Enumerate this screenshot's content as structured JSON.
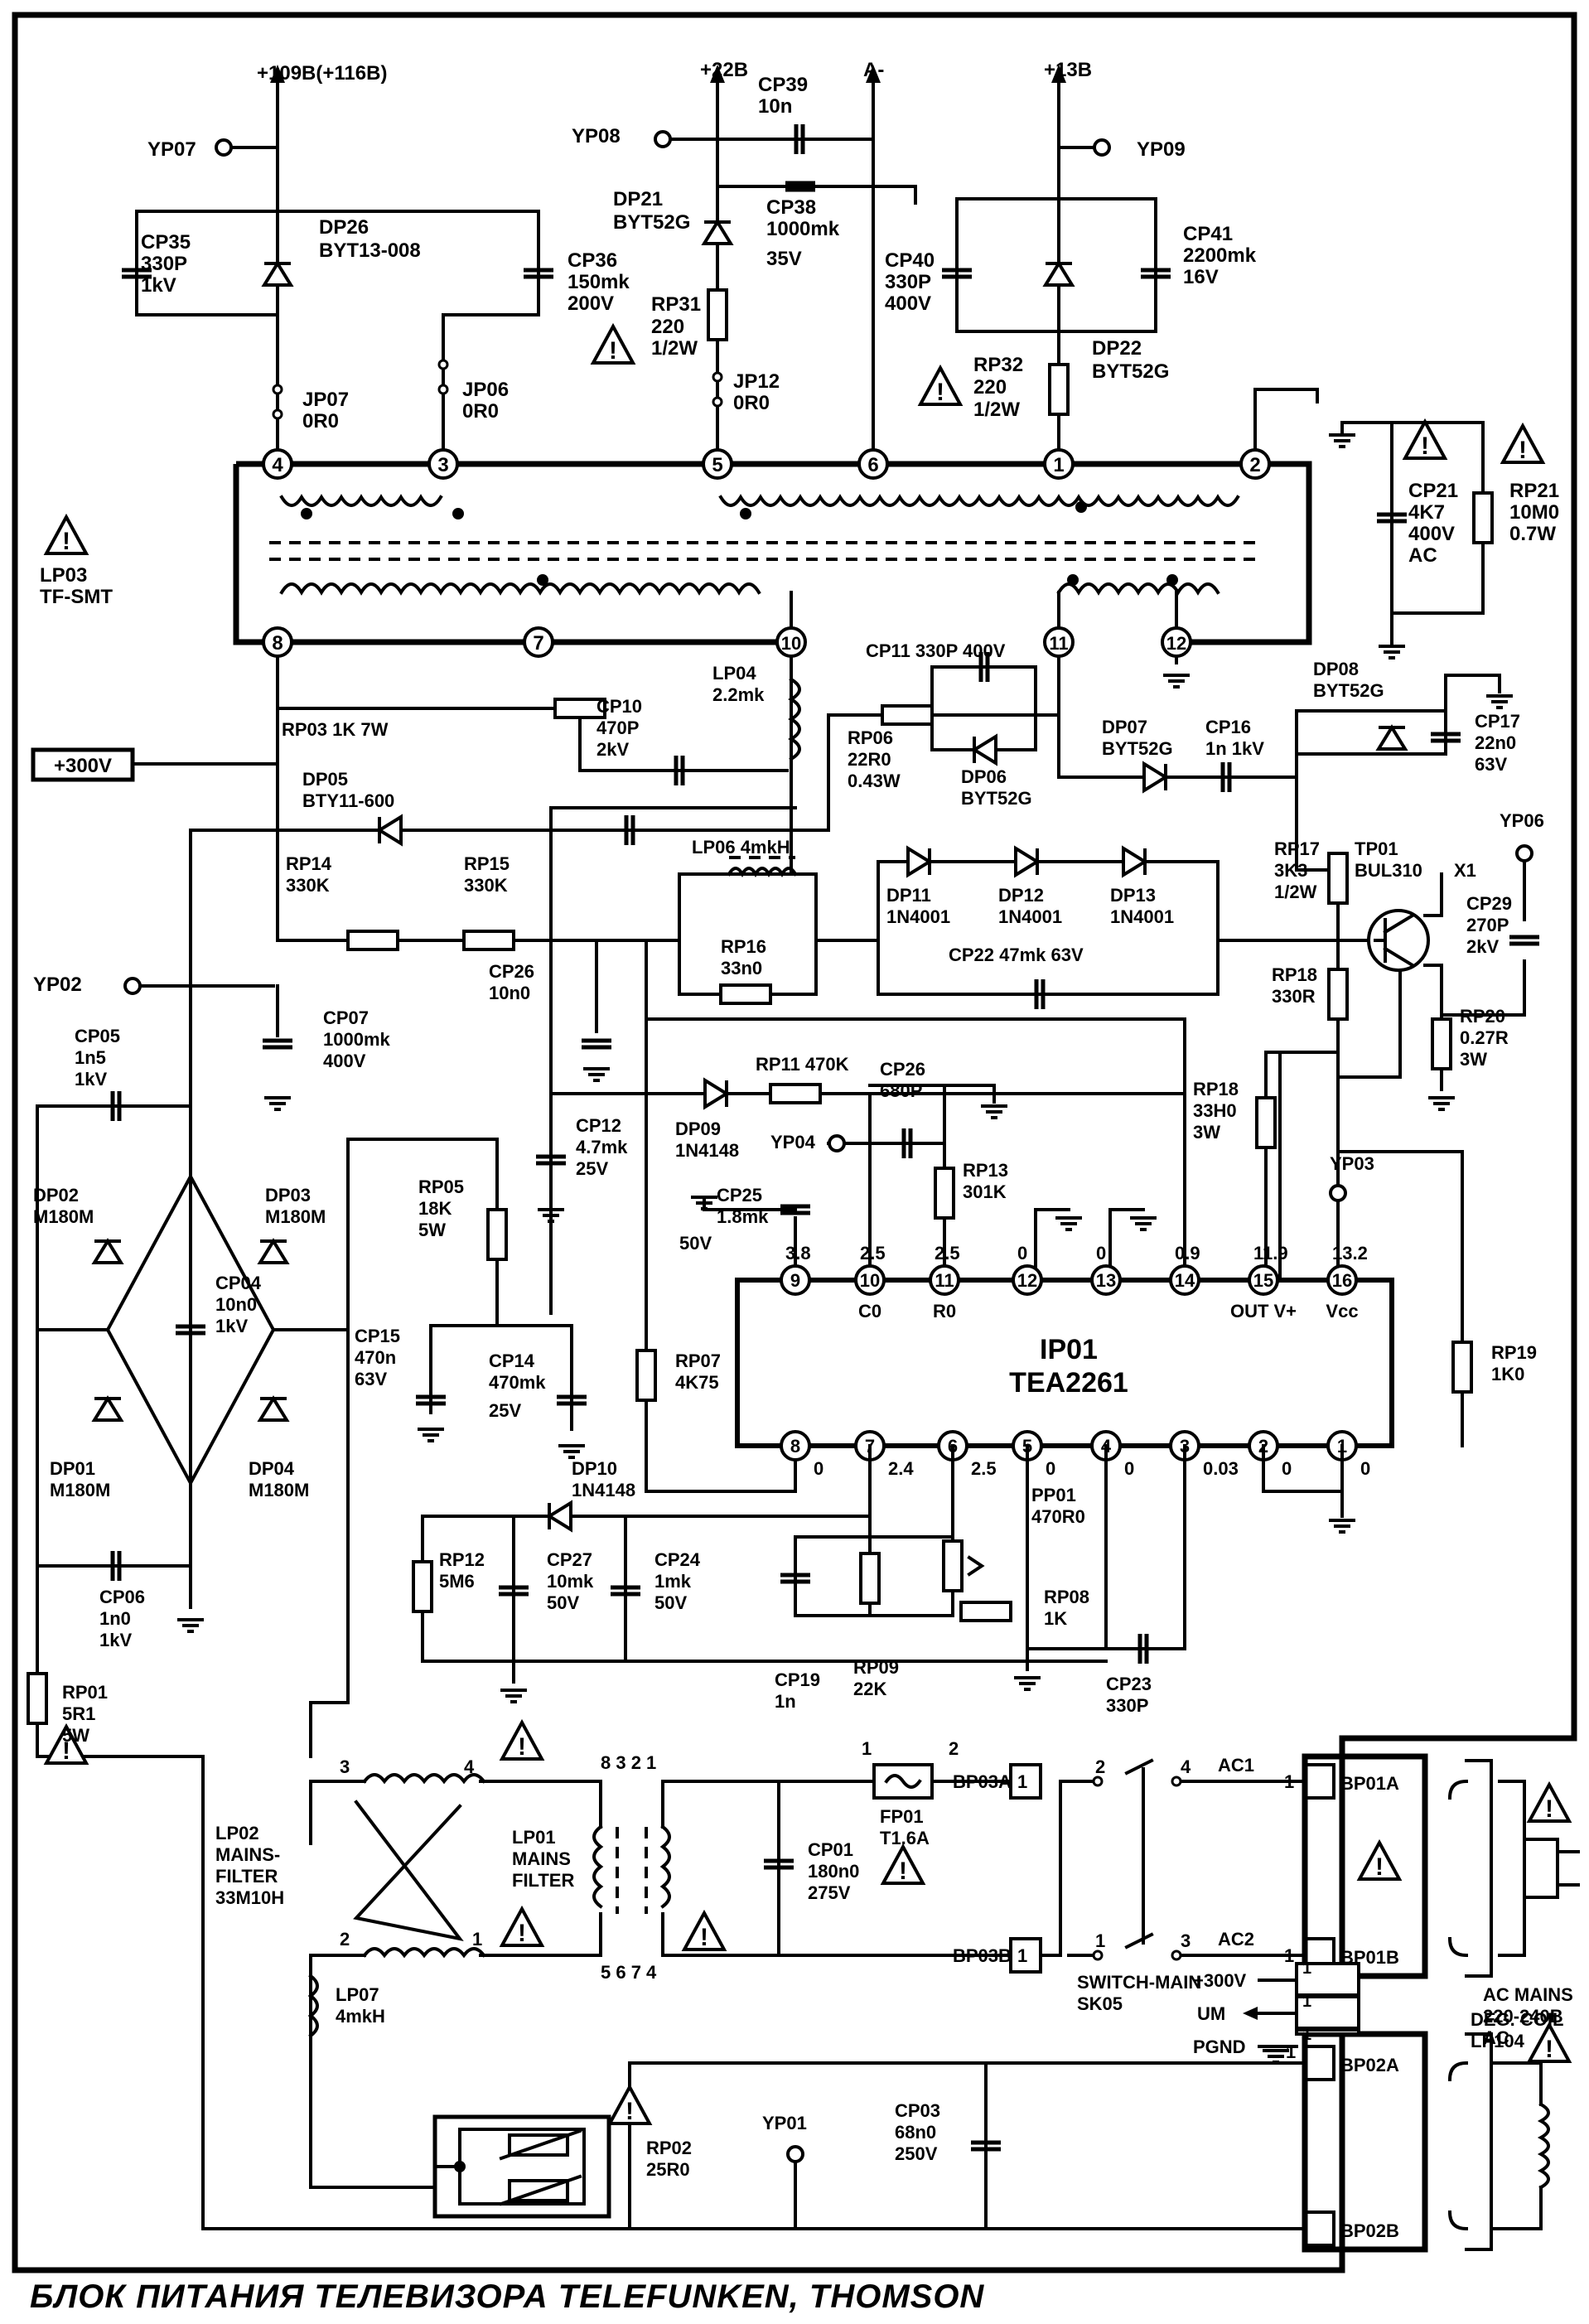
{
  "caption": "БЛОК ПИТАНИЯ ТЕЛЕВИЗОРА TELEFUNKEN, THOMSON",
  "rails": {
    "v109": "+109В(+116В)",
    "v22": "+22В",
    "a_minus": "А-",
    "v13": "+13В",
    "v300": "+300V"
  },
  "test_points": {
    "yp07": "YP07",
    "yp08": "YP08",
    "yp09": "YP09",
    "yp06": "YP06",
    "yp02": "YP02",
    "yp04": "YP04",
    "yp03": "YP03",
    "yp01": "YP01"
  },
  "components": {
    "cp35": [
      "CP35",
      "330P",
      "1kV"
    ],
    "dp26": [
      "DP26",
      "BYT13-008"
    ],
    "cp36": [
      "CP36",
      "150mk",
      "200V"
    ],
    "jp07": [
      "JP07",
      "0R0"
    ],
    "jp06": [
      "JP06",
      "0R0"
    ],
    "cp39": [
      "CP39",
      "10n"
    ],
    "dp21": [
      "DP21",
      "BYT52G"
    ],
    "cp38": [
      "CP38",
      "1000mk",
      "35V"
    ],
    "rp31": [
      "RP31",
      "220",
      "1/2W"
    ],
    "jp12": [
      "JP12",
      "0R0"
    ],
    "cp40": [
      "CP40",
      "330P",
      "400V"
    ],
    "cp41": [
      "CP41",
      "2200mk",
      "16V"
    ],
    "rp32": [
      "RP32",
      "220",
      "1/2W"
    ],
    "dp22": [
      "DP22",
      "BYT52G"
    ],
    "cp21": [
      "CP21",
      "4K7",
      "400V",
      "AC"
    ],
    "rp21": [
      "RP21",
      "10M0",
      "0.7W"
    ],
    "lp03": [
      "LP03",
      "TF-SMT"
    ],
    "lp04": [
      "LP04",
      "2.2mk"
    ],
    "cp11": "CP11 330P 400V",
    "rp03": "RP03 1K 7W",
    "cp10": [
      "CP10",
      "470P",
      "2kV"
    ],
    "rp06": [
      "RP06",
      "22R0",
      "0.43W"
    ],
    "dp06": [
      "DP06",
      "BYT52G"
    ],
    "dp07": [
      "DP07",
      "BYT52G"
    ],
    "cp16": [
      "CP16",
      "1n 1kV"
    ],
    "dp08": [
      "DP08",
      "BYT52G"
    ],
    "cp17": [
      "CP17",
      "22n0",
      "63V"
    ],
    "dp05": [
      "DP05",
      "BTY11-600"
    ],
    "lp06": "LP06  4mkH",
    "rp14": [
      "RP14",
      "330K"
    ],
    "rp15": [
      "RP15",
      "330K"
    ],
    "dp11": [
      "DP11",
      "1N4001"
    ],
    "dp12": [
      "DP12",
      "1N4001"
    ],
    "dp13": [
      "DP13",
      "1N4001"
    ],
    "rp17": [
      "RP17",
      "3K3",
      "1/2W"
    ],
    "tp01": [
      "TP01",
      "BUL310"
    ],
    "x1": "X1",
    "cp29": [
      "CP29",
      "270P",
      "2kV"
    ],
    "rp16": [
      "RP16",
      "33n0"
    ],
    "cp22": "CP22  47mk  63V",
    "cp26a": [
      "CP26",
      "10n0"
    ],
    "cp07": [
      "CP07",
      "1000mk",
      "400V"
    ],
    "rp18a": [
      "RP18",
      "330R"
    ],
    "rp20": [
      "RP20",
      "0.27R",
      "3W"
    ],
    "cp05": [
      "CP05",
      "1n5",
      "1kV"
    ],
    "rp11": "RP11  470K",
    "cp26b": [
      "CP26",
      "680P"
    ],
    "dp09": [
      "DP09",
      "1N4148"
    ],
    "rp13": [
      "RP13",
      "301K"
    ],
    "cp12": [
      "CP12",
      "4.7mk",
      "25V"
    ],
    "cp25": [
      "CP25",
      "1.8mk",
      "50V"
    ],
    "rp18b": [
      "RP18",
      "33H0",
      "3W"
    ],
    "dp02": [
      "DP02",
      "M180M"
    ],
    "dp03": [
      "DP03",
      "M180M"
    ],
    "cp04": [
      "CP04",
      "10n0",
      "1kV"
    ],
    "rp05": [
      "RP05",
      "18K",
      "5W"
    ],
    "cp15": [
      "CP15",
      "470n",
      "63V"
    ],
    "cp14": [
      "CP14",
      "470mk",
      "25V"
    ],
    "rp07": [
      "RP07",
      "4K75"
    ],
    "rp19": [
      "RP19",
      "1K0"
    ],
    "dp01": [
      "DP01",
      "M180M"
    ],
    "dp04": [
      "DP04",
      "M180M"
    ],
    "dp10": [
      "DP10",
      "1N4148"
    ],
    "pp01": [
      "PP01",
      "470R0"
    ],
    "rp12": [
      "RP12",
      "5M6"
    ],
    "cp27": [
      "CP27",
      "10mk",
      "50V"
    ],
    "cp24": [
      "CP24",
      "1mk",
      "50V"
    ],
    "rp08": [
      "RP08",
      "1K"
    ],
    "cp06": [
      "CP06",
      "1n0",
      "1kV"
    ],
    "cp19": [
      "CP19",
      "1n"
    ],
    "rp09": [
      "RP09",
      "22K"
    ],
    "cp23": [
      "CP23",
      "330P"
    ],
    "rp01": [
      "RP01",
      "5R1",
      "5W"
    ],
    "lp02": [
      "LP02",
      "MAINS-",
      "FILTER",
      "33M10H"
    ],
    "lp01": [
      "LP01",
      "MAINS",
      "FILTER"
    ],
    "cp01": [
      "CP01",
      "180n0",
      "275V"
    ],
    "fp01": [
      "FP01",
      "T1.6A"
    ],
    "bp03a": "BP03A",
    "bp03b": "BP03B",
    "switch": [
      "SWITCH-MAIN",
      "SK05"
    ],
    "ac1": "AC1",
    "ac2": "AC2",
    "bp01a": "BP01A",
    "bp01b": "BP01B",
    "ac_mains": [
      "AC MAINS",
      "220-240В",
      "AC"
    ],
    "lp07": [
      "LP07",
      "4mkH"
    ],
    "rp02": [
      "RP02",
      "25R0"
    ],
    "cp03": [
      "CP03",
      "68n0",
      "250V"
    ],
    "bp02a": "BP02A",
    "bp02b": "BP02B",
    "deg_coil": [
      "DEG. COIL",
      "LP104"
    ],
    "connector": [
      "+300V",
      "UM",
      "PGND"
    ]
  },
  "ic": {
    "name": "IP01",
    "part": "TEA2261",
    "top_pins": [
      "9",
      "10",
      "11",
      "12",
      "13",
      "14",
      "15",
      "16"
    ],
    "top_pin_labels": [
      "",
      "C0",
      "R0",
      "",
      "",
      "",
      "OUT V+",
      "Vcc"
    ],
    "top_voltages": [
      "3.8",
      "2.5",
      "2.5",
      "0",
      "0",
      "0.9",
      "11.9",
      "13.2"
    ],
    "bottom_pins": [
      "8",
      "7",
      "6",
      "5",
      "4",
      "3",
      "2",
      "1"
    ],
    "bottom_voltages": [
      "0",
      "2.4",
      "2.5",
      "0",
      "0",
      "0.03",
      "0",
      "0"
    ]
  },
  "transformer_pins": [
    "4",
    "3",
    "5",
    "6",
    "1",
    "2",
    "8",
    "7",
    "10",
    "11",
    "12"
  ],
  "filter_pins": [
    "3",
    "4",
    "2",
    "1",
    "8 3 2 1",
    "5 6 7 4"
  ],
  "switch_pins": [
    "1",
    "2",
    "2",
    "4",
    "1",
    "3",
    "1",
    "1",
    "1",
    "1",
    "1",
    "1",
    "1",
    "1"
  ]
}
